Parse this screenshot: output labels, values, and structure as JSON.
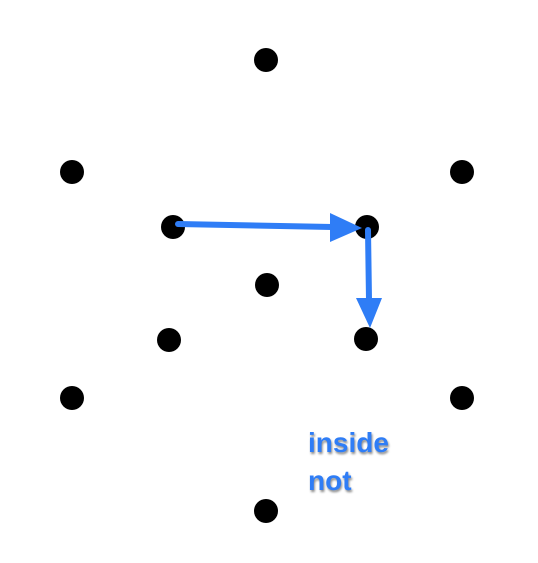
{
  "diagram": {
    "annotation_line1": "inside",
    "annotation_line2": "not",
    "dot_color": "#000000",
    "arrow_color": "#2F7DF6",
    "arrows": [
      {
        "name": "horizontal-arrow",
        "from": "left-inner-dot",
        "to": "right-inner-dot",
        "direction": "right"
      },
      {
        "name": "vertical-arrow",
        "from": "right-inner-dot",
        "to": "lower-right-inner-dot",
        "direction": "down"
      }
    ]
  }
}
